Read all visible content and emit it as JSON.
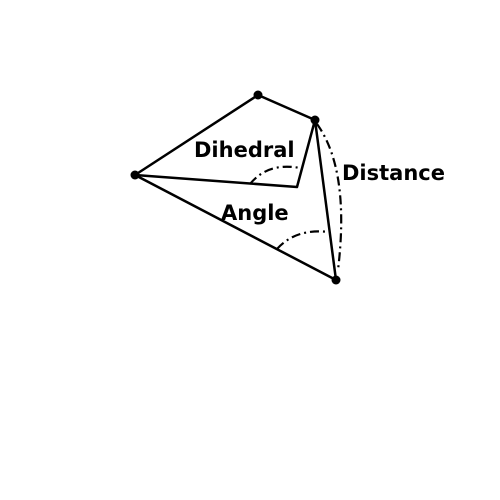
{
  "diagram": {
    "labels": {
      "dihedral": "Dihedral",
      "angle": "Angle",
      "distance": "Distance"
    },
    "colors": {
      "stroke": "#000000",
      "background": "#ffffff"
    }
  }
}
